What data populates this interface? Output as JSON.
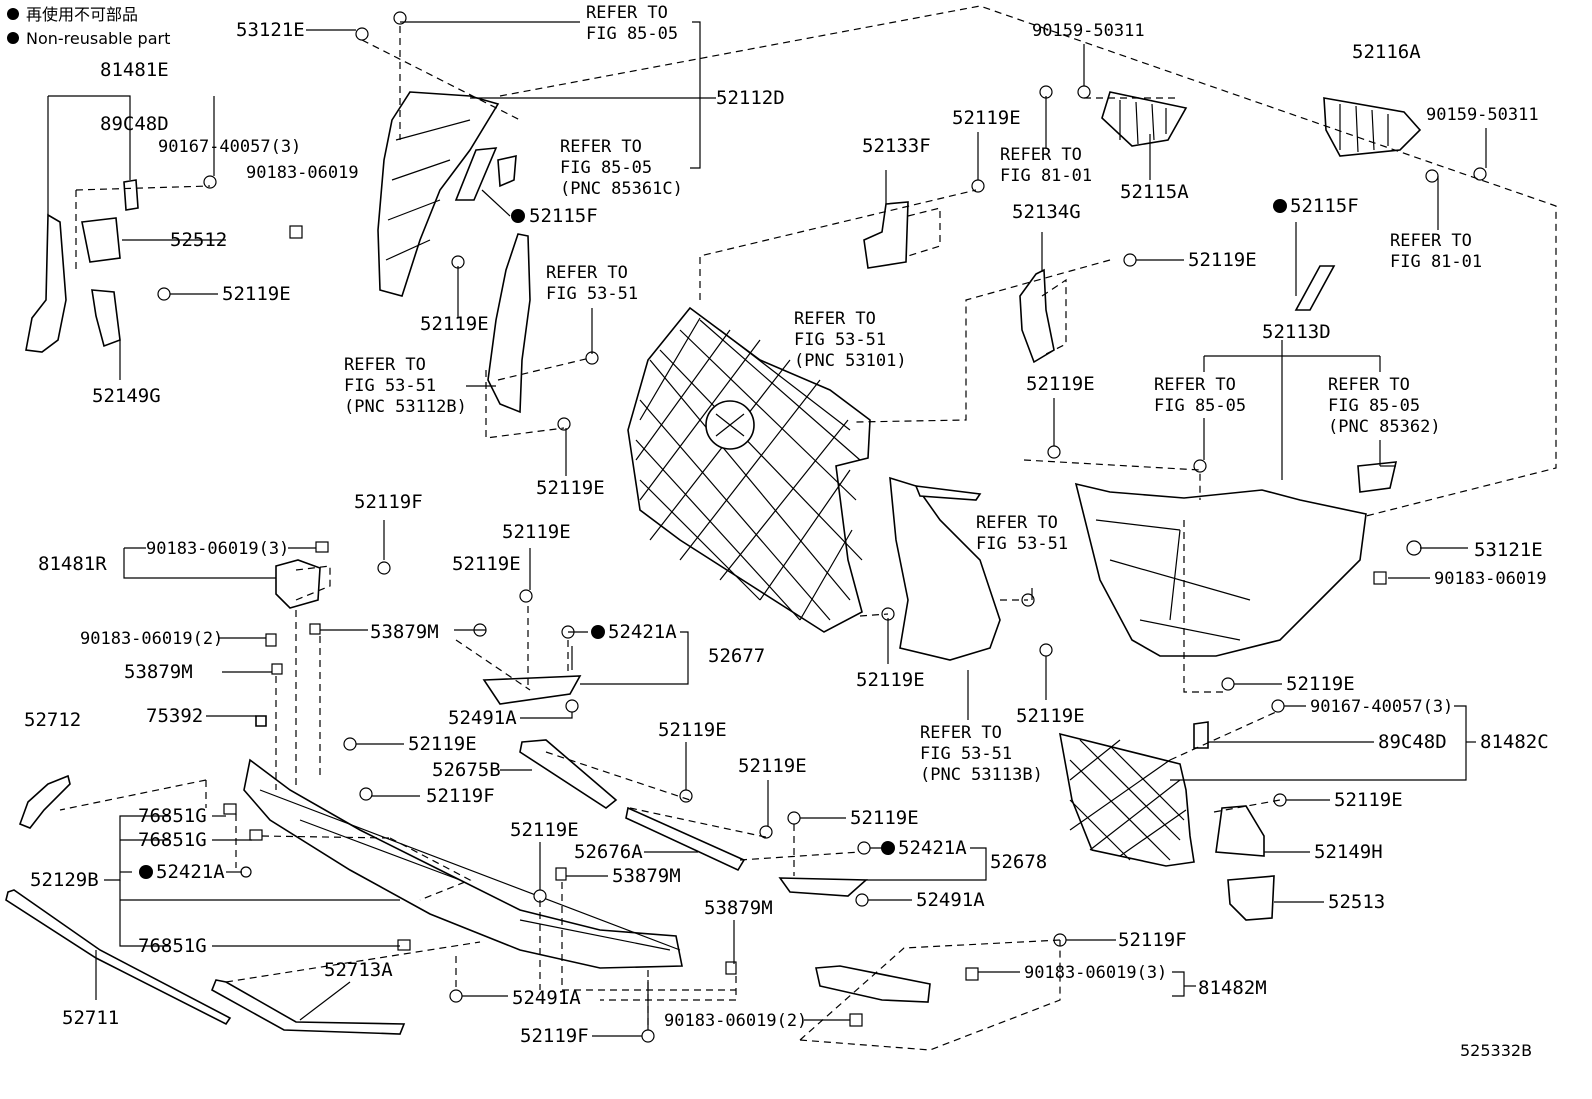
{
  "legend": {
    "line1": "再使用不可部品",
    "line2": "Non-reusable part"
  },
  "diagram_id": "525332B",
  "labels": {
    "l_81481E": "81481E",
    "l_89C48D_a": "89C48D",
    "l_90167_a": "90167-40057(3)",
    "l_52512": "52512",
    "l_52119E_a": "52119E",
    "l_52149G": "52149G",
    "l_53121E_a": "53121E",
    "l_90183_a": "90183-06019",
    "l_52112D": "52112D",
    "l_52115F_a": "52115F",
    "l_52119E_b": "52119E",
    "l_52119E_c": "52119E",
    "l_52119E_d": "52119E",
    "l_90159_a": "90159-50311",
    "l_52116A": "52116A",
    "l_90159_b": "90159-50311",
    "l_52119E_e": "52119E",
    "l_52133F": "52133F",
    "l_52115A": "52115A",
    "l_52134G": "52134G",
    "l_52119E_f": "52119E",
    "l_52115F_b": "52115F",
    "l_52113D": "52113D",
    "l_52119E_g": "52119E",
    "l_53121E_b": "53121E",
    "l_90183_b": "90183-06019",
    "l_52119E_h": "52119E",
    "l_52119F_a": "52119F",
    "l_81481R": "81481R",
    "l_90183_c": "90183-06019(3)",
    "l_52119E_i": "52119E",
    "l_52119E_j": "52119E",
    "l_90183_d": "90183-06019(2)",
    "l_53879M_a": "53879M",
    "l_52421A_a": "52421A",
    "l_52677": "52677",
    "l_53879M_b": "53879M",
    "l_52491A_a": "52491A",
    "l_75392": "75392",
    "l_52712": "52712",
    "l_52119E_k": "52119E",
    "l_52675B": "52675B",
    "l_52119F_b": "52119F",
    "l_52119E_l": "52119E",
    "l_52119E_m": "52119E",
    "l_52119E_n": "52119E",
    "l_52119E_o": "52119E",
    "l_76851G_a": "76851G",
    "l_76851G_b": "76851G",
    "l_52129B": "52129B",
    "l_52421A_b": "52421A",
    "l_52119E_p": "52119E",
    "l_52676A": "52676A",
    "l_53879M_c": "53879M",
    "l_52421A_c": "52421A",
    "l_52678": "52678",
    "l_52491A_b": "52491A",
    "l_53879M_d": "53879M",
    "l_76851G_c": "76851G",
    "l_52713A": "52713A",
    "l_52491A_c": "52491A",
    "l_52711": "52711",
    "l_52119F_c": "52119F",
    "l_90183_e": "90183-06019(2)",
    "l_52119F_d": "52119F",
    "l_90183_f": "90183-06019(3)",
    "l_81482M": "81482M",
    "l_90167_b": "90167-40057(3)",
    "l_89C48D_b": "89C48D",
    "l_81482C": "81482C",
    "l_52119E_q": "52119E",
    "l_52149H": "52149H",
    "l_52513": "52513"
  },
  "refers": {
    "r1": [
      "REFER TO",
      "FIG 85-05"
    ],
    "r2": [
      "REFER TO",
      "FIG 85-05",
      "(PNC 85361C)"
    ],
    "r3": [
      "REFER TO",
      "FIG 53-51"
    ],
    "r4": [
      "REFER TO",
      "FIG 53-51",
      "(PNC 53112B)"
    ],
    "r5": [
      "REFER TO",
      "FIG 53-51",
      "(PNC 53101)"
    ],
    "r6": [
      "REFER TO",
      "FIG 81-01"
    ],
    "r7": [
      "REFER TO",
      "FIG 81-01"
    ],
    "r8": [
      "REFER TO",
      "FIG 85-05"
    ],
    "r9": [
      "REFER TO",
      "FIG 85-05",
      "(PNC 85362)"
    ],
    "r10": [
      "REFER TO",
      "FIG 53-51"
    ],
    "r11": [
      "REFER TO",
      "FIG 53-51",
      "(PNC 53113B)"
    ]
  }
}
